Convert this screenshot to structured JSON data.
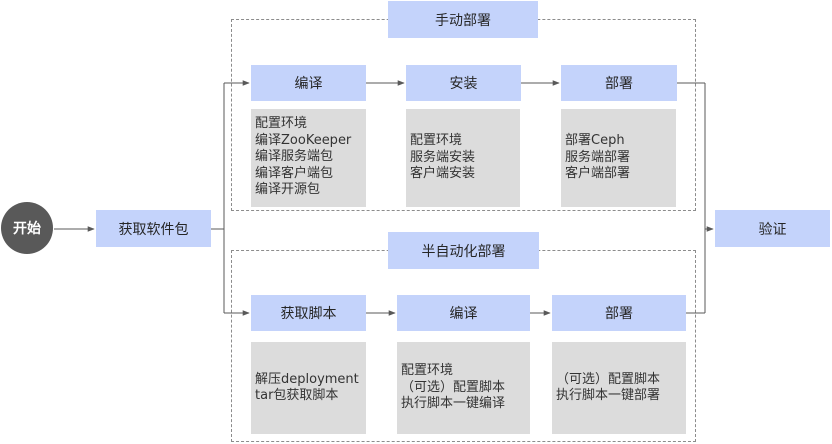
{
  "start": "开始",
  "package": "获取软件包",
  "verify": "验证",
  "manual": {
    "title": "手动部署",
    "steps": [
      {
        "label": "编译",
        "details": [
          "配置环境",
          "编译ZooKeeper",
          "编译服务端包",
          "编译客户端包",
          "编译开源包"
        ]
      },
      {
        "label": "安装",
        "details": [
          "配置环境",
          "服务端安装",
          "客户端安装"
        ]
      },
      {
        "label": "部署",
        "details": [
          "部署Ceph",
          "服务端部署",
          "客户端部署"
        ]
      }
    ]
  },
  "semi": {
    "title": "半自动化部署",
    "steps": [
      {
        "label": "获取脚本",
        "details": [
          "解压deployment",
          "tar包获取脚本"
        ]
      },
      {
        "label": "编译",
        "details": [
          "配置环境",
          "（可选）配置脚本",
          "执行脚本一键编译"
        ]
      },
      {
        "label": "部署",
        "details": [
          "（可选）配置脚本",
          "执行脚本一键部署"
        ]
      }
    ]
  }
}
